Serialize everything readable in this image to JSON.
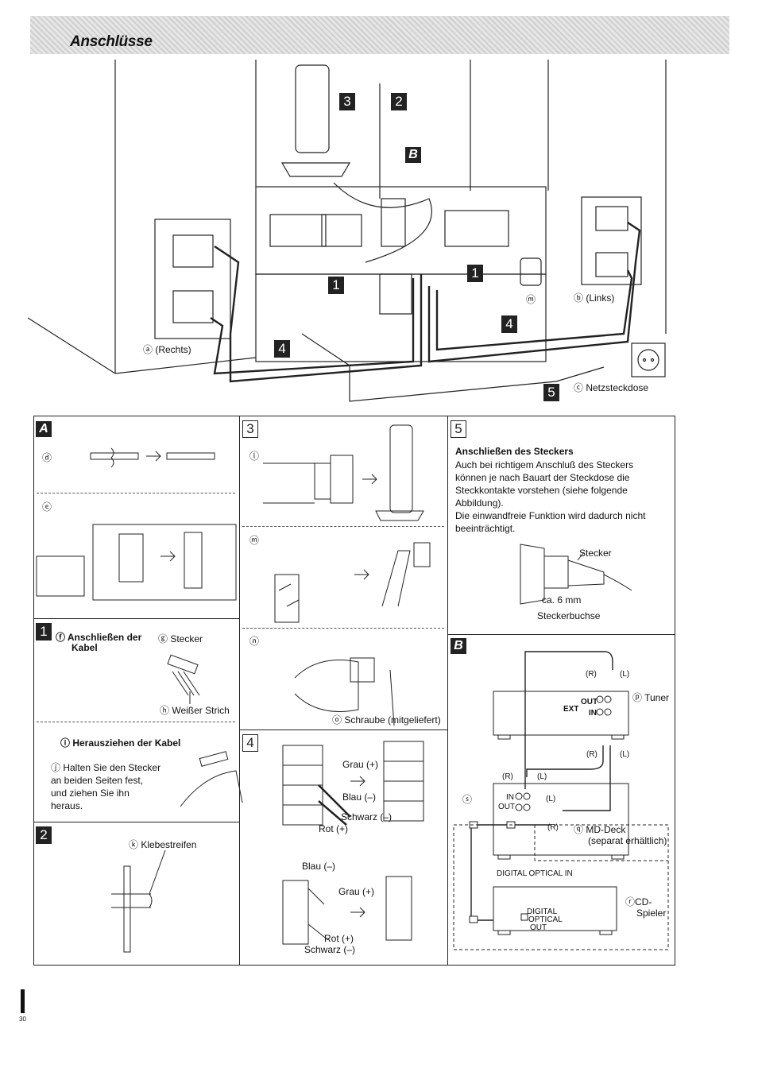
{
  "header": {
    "title": "Anschlüsse"
  },
  "top_diagram": {
    "step_3": "3",
    "step_2": "2",
    "step_b": "B",
    "step_1a": "1",
    "step_1b": "1",
    "step_4a": "4",
    "step_4b": "4",
    "step_5": "5",
    "label_m": "ⓜ",
    "label_b": "ⓑ (Links)",
    "label_a": "ⓐ (Rechts)",
    "label_c": "ⓒ Netzsteckdose"
  },
  "section_a": {
    "badge": "A",
    "label_d": "ⓓ",
    "label_e": "ⓔ"
  },
  "section_1": {
    "badge": "1",
    "title_f": "ⓕ Anschließen der",
    "title_kabel": "Kabel",
    "label_g": "ⓖ Stecker",
    "label_h": "ⓗ Weißer Strich",
    "title_i": "ⓘ Herausziehen der Kabel",
    "text_j_1": "ⓙ Halten Sie den Stecker",
    "text_j_2": "an beiden Seiten fest,",
    "text_j_3": "und ziehen Sie ihn",
    "text_j_4": "heraus."
  },
  "section_2": {
    "badge": "2",
    "label_k": "ⓚ Klebestreifen"
  },
  "section_3": {
    "badge": "3",
    "label_l": "ⓛ",
    "label_m": "ⓜ",
    "label_n": "ⓝ",
    "label_o": "ⓞ Schraube (mitgeliefert)"
  },
  "section_4": {
    "badge": "4",
    "grau_plus_1": "Grau (+)",
    "blau_minus_1": "Blau (–)",
    "schwarz_minus_1": "Schwarz (–)",
    "rot_plus_1": "Rot (+)",
    "blau_minus_2": "Blau (–)",
    "grau_plus_2": "Grau (+)",
    "rot_plus_2": "Rot (+)",
    "schwarz_minus_2": "Schwarz (–)"
  },
  "section_5": {
    "badge": "5",
    "title": "Anschließen des Steckers",
    "line1": "Auch bei richtigem Anschluß des Steckers",
    "line2": "können je nach Bauart der Steckdose die",
    "line3": "Steckkontakte vorstehen (siehe folgende",
    "line4": "Abbildung).",
    "line5": "Die einwandfreie Funktion wird dadurch nicht",
    "line6": "beeinträchtigt.",
    "label_stecker": "Stecker",
    "label_6mm": "ca. 6 mm",
    "label_buchse": "Steckerbuchse"
  },
  "section_b": {
    "badge": "B",
    "r1": "(R)",
    "l1": "(L)",
    "tuner": "ⓟ Tuner",
    "ext": "EXT",
    "out": "OUT",
    "in": "IN",
    "r2": "(R)",
    "l2": "(L)",
    "r3": "(R)",
    "l3": "(L)",
    "s": "ⓢ",
    "in2": "IN",
    "out2": "OUT",
    "l4": "(L)",
    "r4": "(R)",
    "md_deck": "ⓠ MD-Deck",
    "separat": "(separat erhältlich)",
    "digital_in": "DIGITAL OPTICAL IN",
    "cd_1": "ⓡCD-",
    "cd_2": "Spieler",
    "digital": "DIGITAL",
    "optical": "OPTICAL",
    "out3": "OUT"
  },
  "footer": {
    "page_num": "30"
  }
}
